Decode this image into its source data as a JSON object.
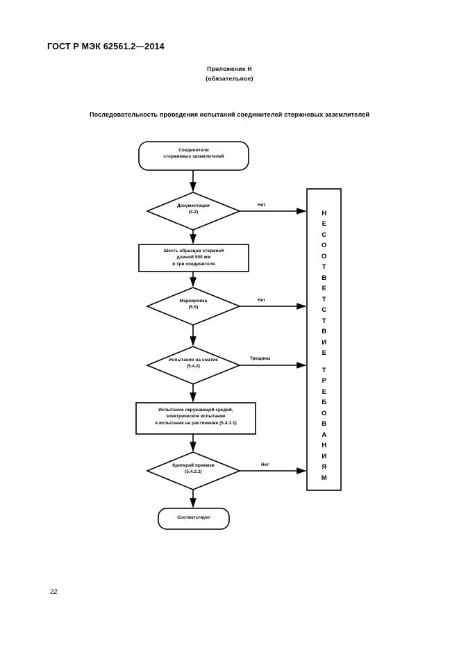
{
  "document": {
    "standard_header": "ГОСТ Р МЭК 62561.2—2014",
    "annex_title": "Приложение Н",
    "annex_subtitle": "(обязательное)",
    "figure_title": "Последовательность проведения испытаний соединителей стержневых заземлителей",
    "page_number": "22"
  },
  "flowchart": {
    "nodes": [
      {
        "id": "start",
        "shape": "rounded-rectangle",
        "lines": [
          "Соединители",
          "стержневых заземлителей"
        ]
      },
      {
        "id": "documentation",
        "shape": "diamond",
        "lines": [
          "Документация",
          "(4.2)"
        ]
      },
      {
        "id": "samples",
        "shape": "rectangle",
        "lines": [
          "Шесть образцов стержней",
          "длиной 500 мм",
          "и три соединителя"
        ]
      },
      {
        "id": "marking",
        "shape": "diamond",
        "lines": [
          "Маркировка",
          "(5.5)"
        ]
      },
      {
        "id": "compression-test",
        "shape": "diamond",
        "lines": [
          "Испытание на сжатие",
          "(5.4.2)"
        ]
      },
      {
        "id": "environment-test",
        "shape": "rectangle",
        "lines": [
          "Испытание окружающей средой,",
          "электрическое испытание",
          "и испытание на растяжение (5.4.3.1)"
        ]
      },
      {
        "id": "acceptance-criteria",
        "shape": "diamond",
        "lines": [
          "Критерий приемки",
          "(5.4.3.2)"
        ]
      },
      {
        "id": "conforms",
        "shape": "rounded-rectangle",
        "lines": [
          "Соответствует"
        ]
      }
    ],
    "edge_labels": {
      "documentation_no": "Нет",
      "marking_no": "Нет",
      "compression_cracks": "Трещины",
      "acceptance_no": "Нет"
    },
    "failure_box": {
      "text": "НЕСООТВЕТСТВИЕ ТРЕБОВАНИЯМ",
      "line1": "НЕСООТВЕТСТВИЕ",
      "line2": "ТРЕБОВАНИЯМ"
    },
    "colors": {
      "stroke": "#000000",
      "fill": "#ffffff",
      "text": "#000000"
    }
  }
}
